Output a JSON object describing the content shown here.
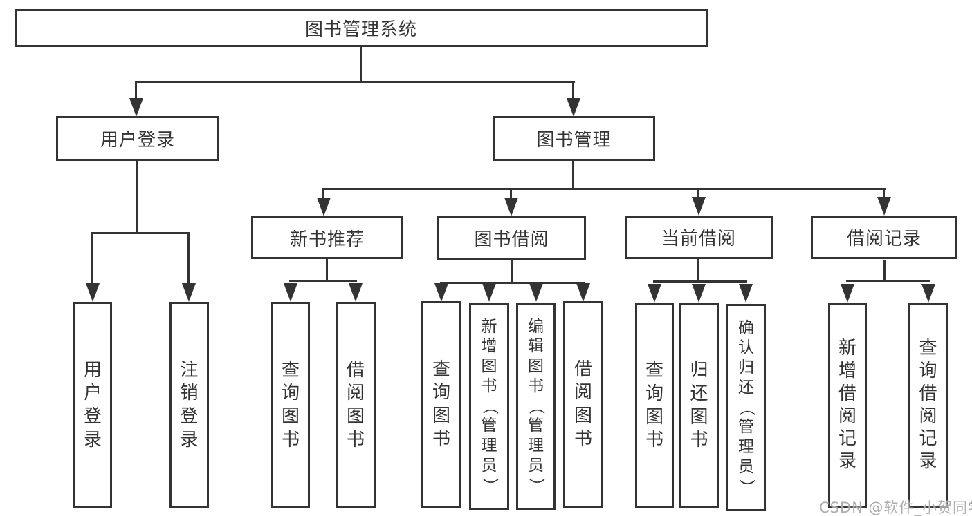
{
  "diagram_title": "图书管理系统",
  "watermark": {
    "text": "CSDN @软件_小贺同学"
  },
  "colors": {
    "line": "#333333",
    "text": "#333333",
    "background": "#ffffff",
    "watermark": "#a5a5a5"
  },
  "nodes": {
    "root": {
      "label": "图书管理系统"
    },
    "user_login": {
      "label": "用户登录"
    },
    "book_management": {
      "label": "图书管理"
    },
    "new_book_recommendation": {
      "label": "新书推荐"
    },
    "book_borrowing": {
      "label": "图书借阅"
    },
    "current_borrowing": {
      "label": "当前借阅"
    },
    "borrowing_records": {
      "label": "借阅记录"
    },
    "leaf_user_login": {
      "label": "用户登录"
    },
    "leaf_logout": {
      "label": "注销登录"
    },
    "recommend_query_books": {
      "label": "查询图书"
    },
    "recommend_borrow_books": {
      "label": "借阅图书"
    },
    "borrowing_query_books": {
      "label": "查询图书"
    },
    "borrowing_add_books_admin": {
      "label": "新增图书（管理员）"
    },
    "borrowing_edit_books_admin": {
      "label": "编辑图书（管理员）"
    },
    "borrowing_borrow_books": {
      "label": "借阅图书"
    },
    "current_query_books": {
      "label": "查询图书"
    },
    "current_return_books": {
      "label": "归还图书"
    },
    "current_confirm_return_admin": {
      "label": "确认归还（管理员）"
    },
    "records_add_borrow_record": {
      "label": "新增借阅记录"
    },
    "records_query_borrow_record": {
      "label": "查询借阅记录"
    }
  },
  "hierarchy": {
    "图书管理系统": {
      "用户登录": [
        "用户登录",
        "注销登录"
      ],
      "图书管理": {
        "新书推荐": [
          "查询图书",
          "借阅图书"
        ],
        "图书借阅": [
          "查询图书",
          "新增图书（管理员）",
          "编辑图书（管理员）",
          "借阅图书"
        ],
        "当前借阅": [
          "查询图书",
          "归还图书",
          "确认归还（管理员）"
        ],
        "借阅记录": [
          "新增借阅记录",
          "查询借阅记录"
        ]
      }
    }
  }
}
